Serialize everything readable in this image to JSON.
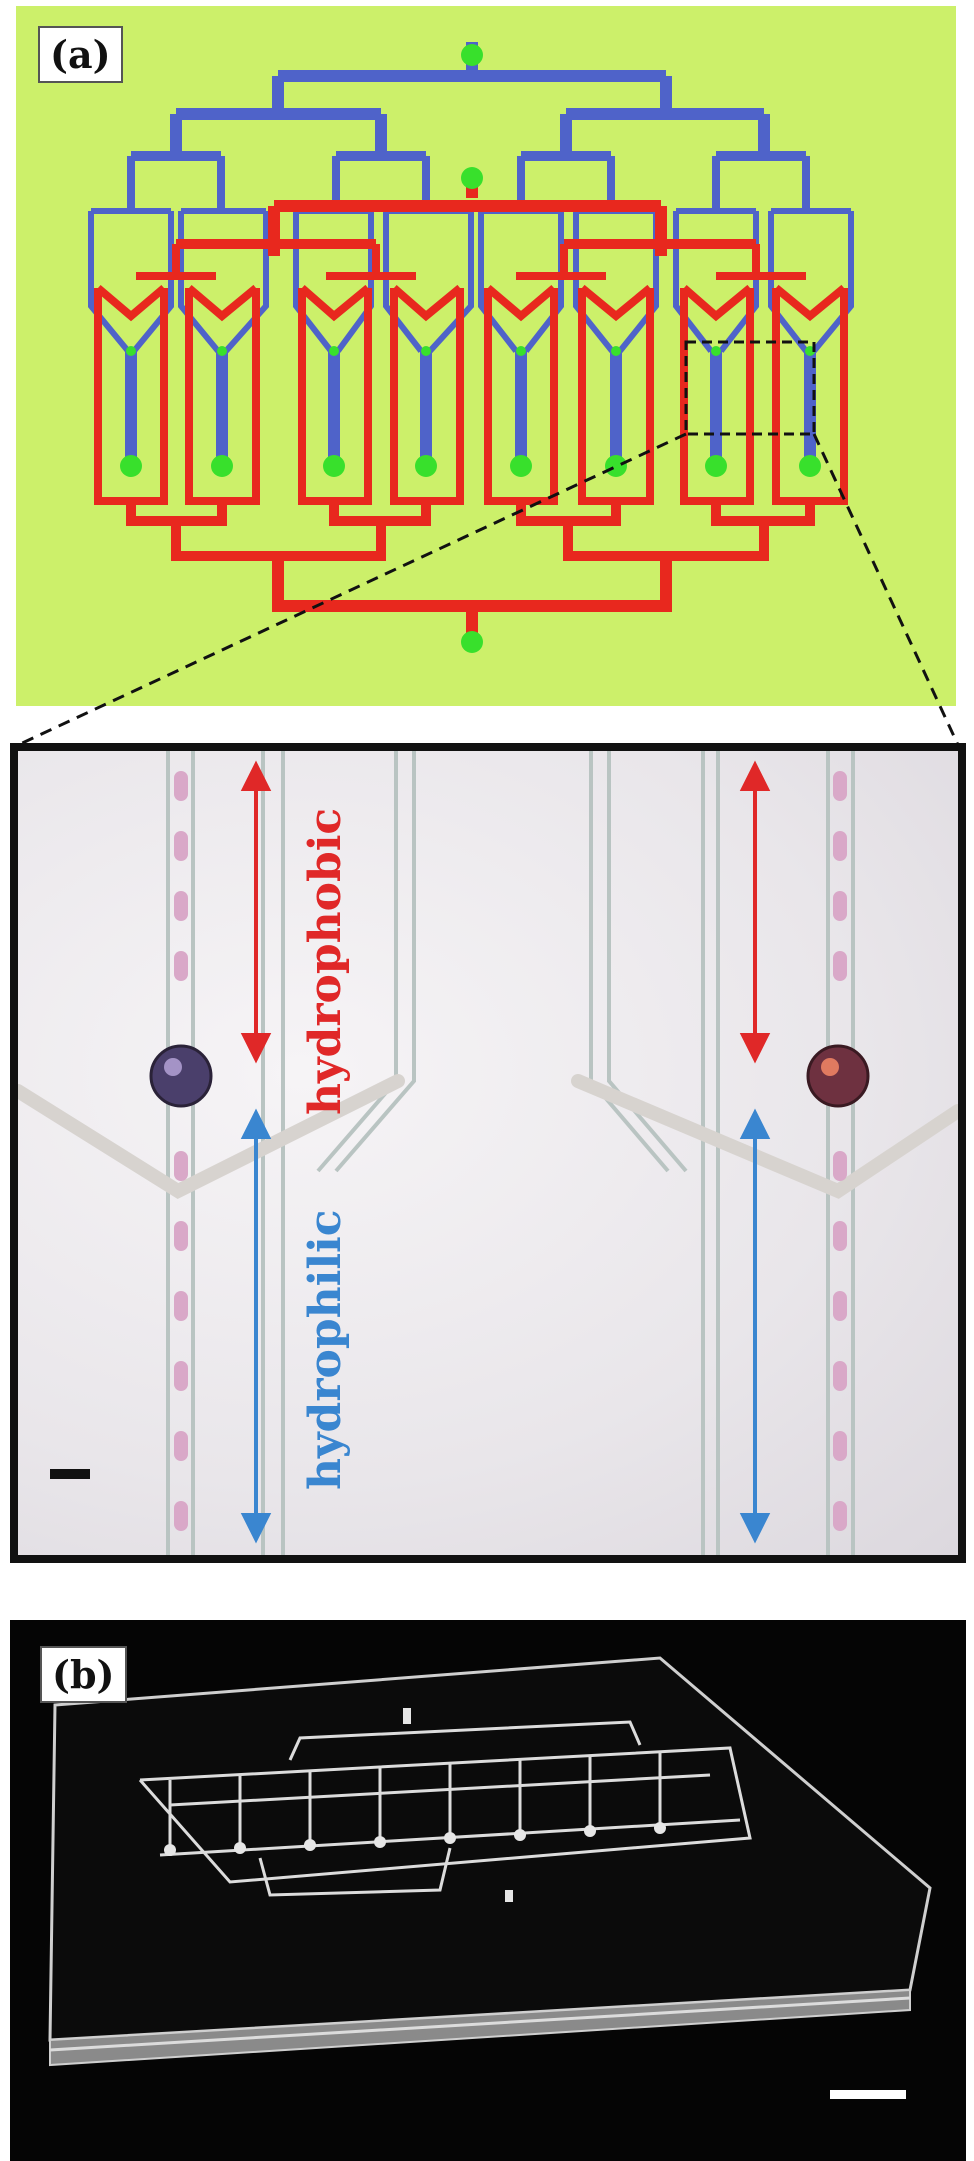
{
  "panel_a": {
    "label": "(a)",
    "colors": {
      "background": "#ccf06a",
      "blue_channel": "#4f63c9",
      "red_channel": "#e8281e",
      "port": "#38e02c"
    }
  },
  "micrograph": {
    "top_label": "hydrophobic",
    "bottom_label": "hydrophilic",
    "colors": {
      "hydrophobic": "#e02828",
      "hydrophilic": "#3a86d0",
      "frame": "#111111"
    }
  },
  "panel_b": {
    "label": "(b)",
    "colors": {
      "background": "#050505",
      "chip": "#dcdcdc"
    }
  }
}
